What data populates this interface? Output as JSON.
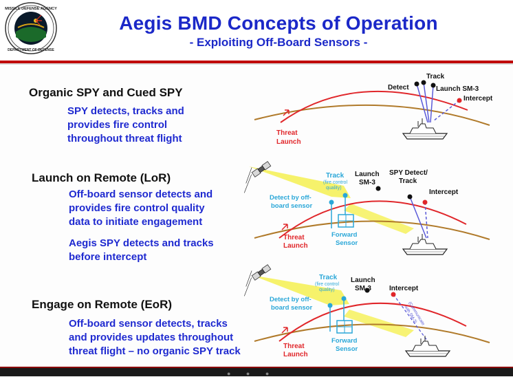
{
  "header": {
    "title": "Aegis BMD Concepts of Operation",
    "subtitle": "- Exploiting Off-Board Sensors -",
    "seal_top_text": "MISSILE DEFENSE AGENCY",
    "seal_bottom_text": "DEPARTMENT OF DEFENSE"
  },
  "sections": [
    {
      "heading": "Organic SPY and Cued SPY",
      "body": [
        "SPY detects, tracks and",
        "provides fire control",
        "throughout threat flight"
      ]
    },
    {
      "heading": "Launch on Remote (LoR)",
      "body": [
        "Off-board sensor detects and",
        "provides fire control quality",
        "data to initiate engagement"
      ],
      "body2": [
        "Aegis SPY detects and tracks",
        "before intercept"
      ]
    },
    {
      "heading": "Engage on Remote (EoR)",
      "body": [
        "Off-board sensor detects, tracks",
        "and provides updates throughout",
        "threat flight – no organic SPY track"
      ]
    }
  ],
  "diagrams": {
    "d1": {
      "detect": "Detect",
      "track": "Track",
      "launch": "Launch SM-3",
      "intercept": "Intercept",
      "threat_launch": [
        "Threat",
        "Launch"
      ]
    },
    "d2": {
      "track": "Track",
      "track_sub": [
        "(fire control",
        "quality)"
      ],
      "launch": [
        "Launch",
        "SM-3"
      ],
      "spy": [
        "SPY Detect/",
        "Track"
      ],
      "intercept": "Intercept",
      "detect_off": [
        "Detect by off-",
        "board sensor"
      ],
      "forward": [
        "Forward",
        "Sensor"
      ],
      "threat_launch": [
        "Threat",
        "Launch"
      ]
    },
    "d3": {
      "track": "Track",
      "track_sub": [
        "(fire control",
        "quality)"
      ],
      "launch": [
        "Launch",
        "SM-3"
      ],
      "intercept": "Intercept",
      "detect_off": [
        "Detect by off-",
        "board sensor"
      ],
      "forward": [
        "Forward",
        "Sensor"
      ],
      "threat_launch": [
        "Threat",
        "Launch"
      ],
      "link_note": [
        "(Communicate",
        "with SM-3)"
      ]
    }
  },
  "colors": {
    "title_blue": "#1b28c8",
    "body_blue": "#1f2ad0",
    "trajectory_red": "#e0262a",
    "earth_brown": "#b07a2a",
    "sensor_cyan": "#2aa7d8",
    "beam_yellow": "#f3ee3a"
  }
}
